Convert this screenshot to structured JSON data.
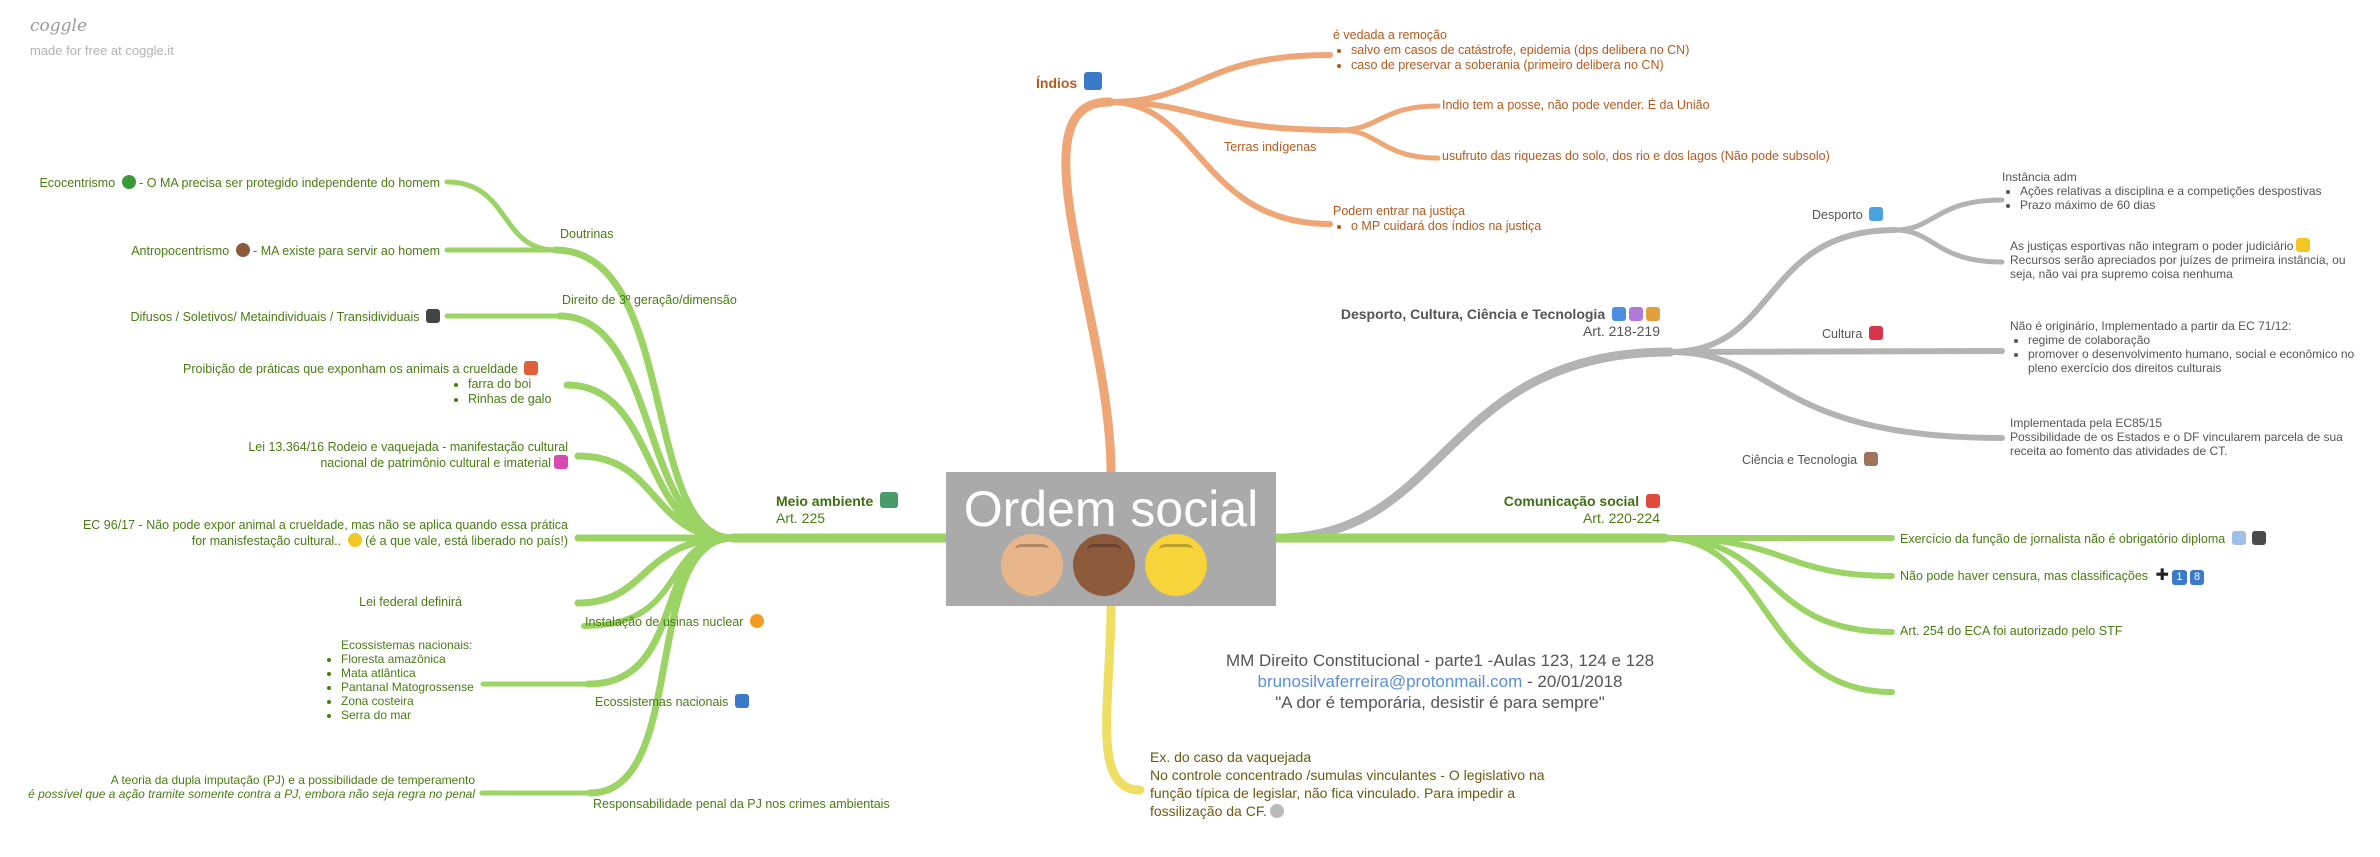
{
  "brand": {
    "logo": "coggle",
    "tagline": "made for free at coggle.it"
  },
  "center": {
    "title": "Ordem social",
    "fist_colors": [
      "#e8b48a",
      "#8d5a3b",
      "#f7d43a"
    ]
  },
  "info": {
    "line1": "MM Direito Constitucional - parte1 -Aulas 123, 124 e 128",
    "email": "brunosilvaferreira@protonmail.com",
    "date": " - 20/01/2018",
    "quote": "\"A dor é temporária, desistir é para sempre\""
  },
  "colors": {
    "green": "#9bd465",
    "orange": "#efa677",
    "gray": "#b3b3b3",
    "yellow": "#eede63"
  },
  "indios": {
    "title": "Índios",
    "icon": "person-in-tent-icon",
    "vedada": "é vedada a remoção",
    "vedada_items": [
      "salvo em casos de catástrofe, epidemia (dps delibera no CN)",
      "caso de preservar a soberania (primeiro delibera no CN)"
    ],
    "terras": "Terras indígenas",
    "posse": "Indio tem a posse, não pode vender. É da União",
    "usufruto": "usufruto das riquezas do solo, dos rio e dos lagos (Não pode subsolo)",
    "justica": "Podem entrar na justiça",
    "justica_items": [
      "o MP cuidará dos índios na justiça"
    ]
  },
  "desporto_cultura": {
    "title": "Desporto, Cultura, Ciência e Tecnologia",
    "articles": "Art. 218-219",
    "desporto": "Desporto",
    "instancia": "Instância adm",
    "instancia_items": [
      "Ações relativas a disciplina e a competições despostivas",
      "Prazo máximo de 60 dias"
    ],
    "justicas_line1": "As justiças esportivas não integram o poder judiciário",
    "justicas_line2": "Recursos serão apreciados por juízes de primeira instância, ou",
    "justicas_line3": "seja, não vai pra supremo coisa nenhuma",
    "cultura": "Cultura",
    "cultura_text": "Não é originário, Implementado a partir da EC 71/12:",
    "cultura_items": [
      "regime de colaboração",
      "promover o desenvolvimento humano, social e econômico no pleno exercício dos direitos culturais"
    ],
    "ciencia": "Ciência e Tecnologia",
    "ec85_line1": "Implementada pela EC85/15",
    "ec85_line2": "Possibilidade de os Estados e o DF vincularem parcela de sua",
    "ec85_line3": "receita ao fomento das atividades de CT."
  },
  "comunicacao": {
    "title": "Comunicação social",
    "articles": "Art. 220-224",
    "jornalista": "Exercício da função de jornalista não é obrigatório diploma",
    "censura": "Não pode haver censura, mas classificações",
    "censura_badges": [
      "1",
      "8"
    ],
    "eca": "Art. 254 do ECA foi autorizado pelo STF"
  },
  "yellow": {
    "line1": "Ex. do caso da vaquejada",
    "line2": "No controle concentrado /sumulas vinculantes - O legislativo na",
    "line3": "função típica de legislar, não fica vinculado. Para impedir a",
    "line4": "fossilização da CF."
  },
  "meio_ambiente": {
    "title": "Meio ambiente",
    "articles": "Art. 225",
    "doutrinas": "Doutrinas",
    "ecocentrismo": "Ecocentrismo",
    "ecocentrismo_text": " - O MA precisa ser protegido independente do homem",
    "antropocentrismo": "Antropocentrismo",
    "antropocentrismo_text": " - MA existe para servir ao homem",
    "direito3": "Direito de 3º geração/dimensão",
    "difusos": "Difusos / Soletivos/ Metaindividuais / Transidividuais",
    "proibicao": "Proibição de práticas que exponham os animais a crueldade",
    "proibicao_items": [
      "farra do boi",
      "Rinhas de galo"
    ],
    "lei13364_line1": "Lei 13.364/16 Rodeio e vaquejada - manifestação cultural",
    "lei13364_line2": "nacional de patrimônio cultural e imaterial",
    "ec96_line1": "EC 96/17 - Não pode expor animal a crueldade, mas não se aplica quando essa prática",
    "ec96_line2a": "for manisfestação cultural..",
    "ec96_line2b": " (é a que vale, está liberado no país!)",
    "lei_federal": "Lei federal definirá",
    "usinas": "Instalação de usinas nuclear",
    "ecossistemas_title": "Ecossistemas nacionais:",
    "ecossistemas_items": [
      "Floresta amazônica",
      "Mata atlântica",
      "Pantanal Matogrossense",
      "Zona costeira",
      "Serra do mar"
    ],
    "ecossistemas": "Ecossistemas nacionais",
    "dupla_line1": "A teoria da dupla imputação (PJ) e a possibilidade de temperamento",
    "dupla_line2": "é possível que a ação tramite somente contra a PJ, embora não seja regra no penal",
    "responsabilidade": "Responsabilidade penal da PJ nos crimes ambientais"
  }
}
